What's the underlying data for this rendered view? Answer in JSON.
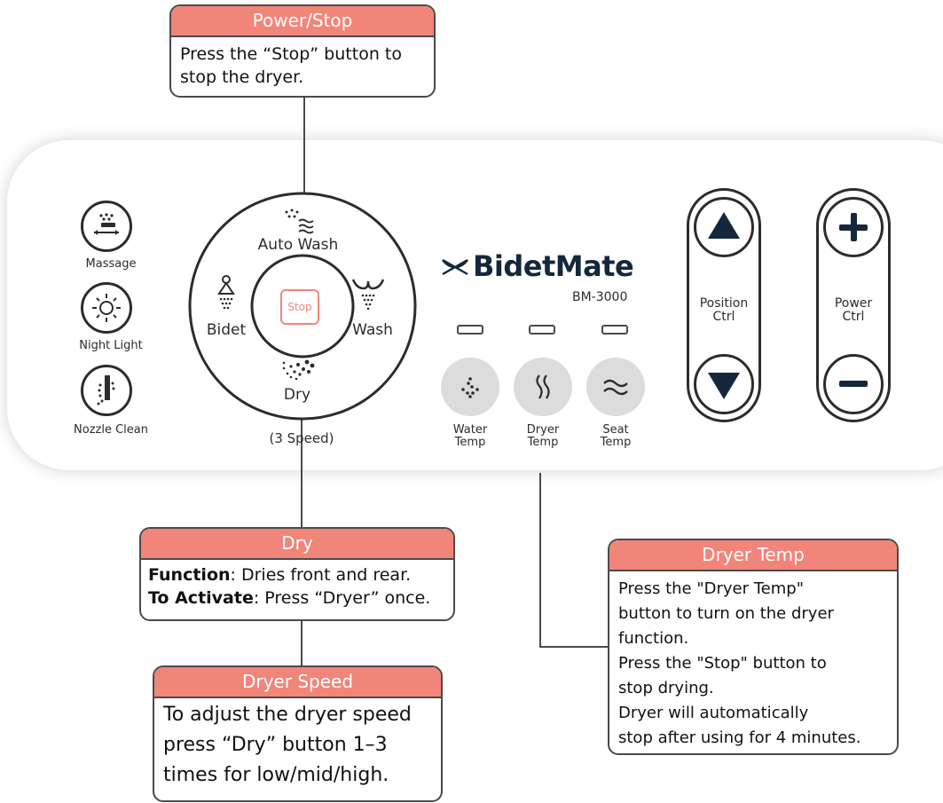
{
  "panel": {
    "side_buttons": [
      {
        "label": "Massage",
        "icon": "massage-icon"
      },
      {
        "label": "Night Light",
        "icon": "sun-icon"
      },
      {
        "label": "Nozzle Clean",
        "icon": "nozzle-clean-icon"
      }
    ],
    "dial": {
      "top": "Auto Wash",
      "left": "Bidet",
      "right": "Wash",
      "bottom": "Dry",
      "center": "Stop",
      "note": "(3 Speed)"
    },
    "brand": {
      "name": "BidetMate",
      "model": "BM-3000"
    },
    "temp_buttons": [
      {
        "line1": "Water",
        "line2": "Temp",
        "icon": "water-drops-icon"
      },
      {
        "line1": "Dryer",
        "line2": "Temp",
        "icon": "heat-waves-icon"
      },
      {
        "line1": "Seat",
        "line2": "Temp",
        "icon": "seat-waves-icon"
      }
    ],
    "position_ctrl": {
      "line1": "Position",
      "line2": "Ctrl"
    },
    "power_ctrl": {
      "line1": "Power",
      "line2": "Ctrl"
    }
  },
  "callouts": {
    "power_stop": {
      "title": "Power/Stop",
      "lines": [
        "Press the “Stop” button to",
        "stop the dryer."
      ]
    },
    "dry": {
      "title": "Dry",
      "row1_bold": "Function",
      "row1_text": ": Dries front and rear.",
      "row2_bold": "To Activate",
      "row2_text": ": Press “Dryer” once."
    },
    "dryer_speed": {
      "title": "Dryer Speed",
      "lines": [
        "To adjust the dryer speed",
        "press “Dry” button 1–3",
        "times for low/mid/high."
      ]
    },
    "dryer_temp": {
      "title": "Dryer Temp",
      "lines": [
        "Press the \"Dryer Temp\"",
        "button to turn on the dryer",
        "function.",
        "Press the \"Stop\" button to",
        "stop drying.",
        "Dryer will automatically",
        "stop after using for 4 minutes."
      ]
    }
  },
  "colors": {
    "accent": "#f2857a",
    "dark": "#2c2c2c",
    "navy": "#14283c",
    "button_grey": "#dcdcdc"
  }
}
